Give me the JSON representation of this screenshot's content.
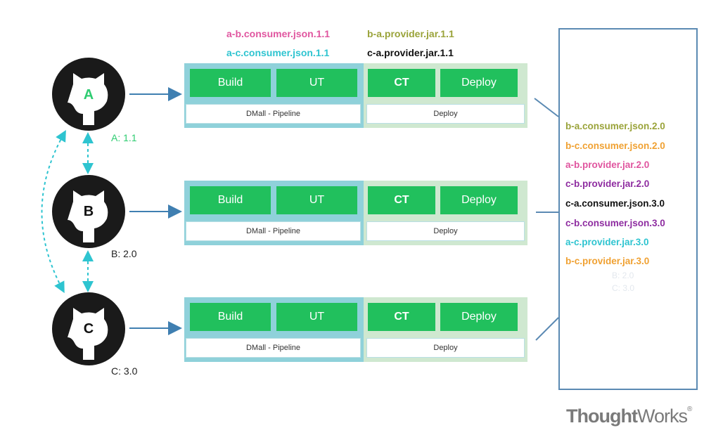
{
  "contracts_top": [
    {
      "text": "a-b.consumer.json.1.1",
      "color": "#e0559f"
    },
    {
      "text": "a-c.consumer.json.1.1",
      "color": "#2ec4d0"
    },
    {
      "text": "b-a.provider.jar.1.1",
      "color": "#9aa33a"
    },
    {
      "text": "c-a.provider.jar.1.1",
      "color": "#111111"
    }
  ],
  "services": [
    {
      "letter": "A",
      "version": "A: 1.1",
      "letter_color": "#2ecc71",
      "version_color": "#2ecc71"
    },
    {
      "letter": "B",
      "version": "B: 2.0",
      "letter_color": "#111111",
      "version_color": "#222222"
    },
    {
      "letter": "C",
      "version": "C: 3.0",
      "letter_color": "#111111",
      "version_color": "#222222"
    }
  ],
  "pipeline": {
    "stages": [
      "Build",
      "UT",
      "CT",
      "Deploy"
    ],
    "left_footer": "DMall - Pipeline",
    "right_footer": "Deploy"
  },
  "results": [
    {
      "text": "b-a.consumer.json.2.0",
      "color": "#9aa33a"
    },
    {
      "text": "b-c.consumer.json.2.0",
      "color": "#f0a132"
    },
    {
      "text": "a-b.provider.jar.2.0",
      "color": "#e0559f"
    },
    {
      "text": "c-b.provider.jar.2.0",
      "color": "#8e2ca0"
    },
    {
      "text": "c-a.consumer.json.3.0",
      "color": "#111111"
    },
    {
      "text": "c-b.consumer.json.3.0",
      "color": "#8e2ca0"
    },
    {
      "text": "a-c.provider.jar.3.0",
      "color": "#2ec4d0"
    },
    {
      "text": "b-c.provider.jar.3.0",
      "color": "#f0a132"
    }
  ],
  "ghost": [
    "B: 2.0",
    "C: 3.0"
  ],
  "logo": {
    "bold": "Thought",
    "regular": "Works",
    "mark": "®"
  },
  "colors": {
    "arrow": "#3f7fb1",
    "dashed": "#2ec4d0",
    "connector": "#5b8ab3",
    "github_dark": "#1a1a1a"
  }
}
